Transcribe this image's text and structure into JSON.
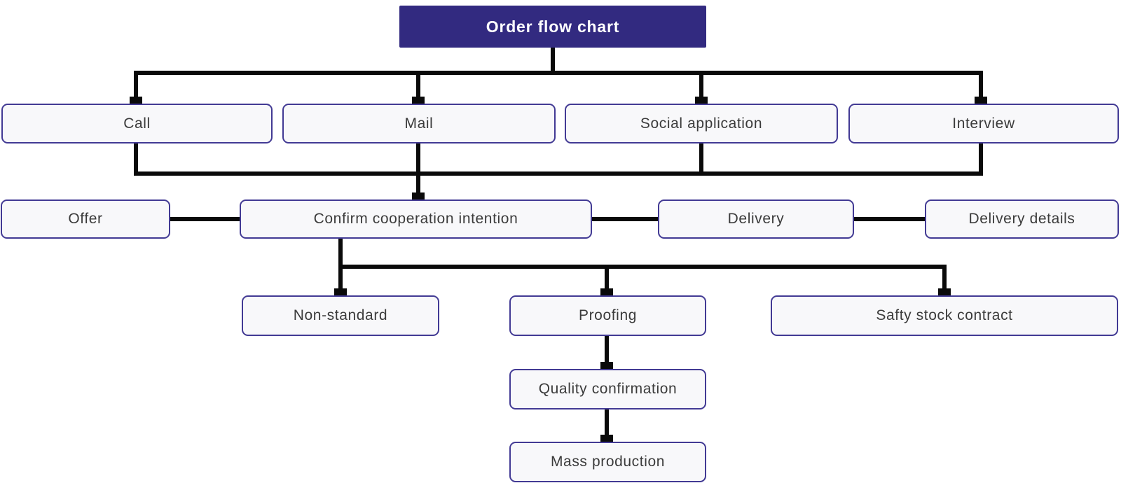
{
  "diagram": {
    "type": "flowchart",
    "title": {
      "label": "Order flow chart"
    },
    "nodes": {
      "call": {
        "label": "Call"
      },
      "mail": {
        "label": "Mail"
      },
      "social_application": {
        "label": "Social application"
      },
      "interview": {
        "label": "Interview"
      },
      "offer": {
        "label": "Offer"
      },
      "confirm_cooperation_intention": {
        "label": "Confirm cooperation intention"
      },
      "delivery": {
        "label": "Delivery"
      },
      "delivery_details": {
        "label": "Delivery details"
      },
      "non_standard": {
        "label": "Non-standard"
      },
      "proofing": {
        "label": "Proofing"
      },
      "safty_stock_contract": {
        "label": "Safty stock contract"
      },
      "quality_confirmation": {
        "label": "Quality confirmation"
      },
      "mass_production": {
        "label": "Mass production"
      }
    },
    "edges": [
      {
        "from": "order_flow_chart",
        "to": "call",
        "style": "square-arrow"
      },
      {
        "from": "order_flow_chart",
        "to": "mail",
        "style": "square-arrow"
      },
      {
        "from": "order_flow_chart",
        "to": "social_application",
        "style": "square-arrow"
      },
      {
        "from": "order_flow_chart",
        "to": "interview",
        "style": "square-arrow"
      },
      {
        "from": "call",
        "to": "confirm_cooperation_intention",
        "style": "square-arrow"
      },
      {
        "from": "mail",
        "to": "confirm_cooperation_intention",
        "style": "square-arrow"
      },
      {
        "from": "social_application",
        "to": "confirm_cooperation_intention",
        "style": "square-arrow"
      },
      {
        "from": "interview",
        "to": "confirm_cooperation_intention",
        "style": "square-arrow"
      },
      {
        "from": "offer",
        "to": "confirm_cooperation_intention",
        "style": "plain"
      },
      {
        "from": "confirm_cooperation_intention",
        "to": "delivery",
        "style": "plain"
      },
      {
        "from": "delivery",
        "to": "delivery_details",
        "style": "plain"
      },
      {
        "from": "confirm_cooperation_intention",
        "to": "non_standard",
        "style": "square-arrow"
      },
      {
        "from": "confirm_cooperation_intention",
        "to": "proofing",
        "style": "square-arrow"
      },
      {
        "from": "confirm_cooperation_intention",
        "to": "safty_stock_contract",
        "style": "square-arrow"
      },
      {
        "from": "proofing",
        "to": "quality_confirmation",
        "style": "square-arrow"
      },
      {
        "from": "quality_confirmation",
        "to": "mass_production",
        "style": "square-arrow"
      }
    ]
  },
  "colors": {
    "title_bg": "#322a80",
    "title_text": "#ffffff",
    "node_bg": "#f8f8fa",
    "node_border": "#423a94",
    "node_text": "#3b3b3b",
    "connector": "#0a0a0a",
    "canvas_bg": "#ffffff"
  }
}
